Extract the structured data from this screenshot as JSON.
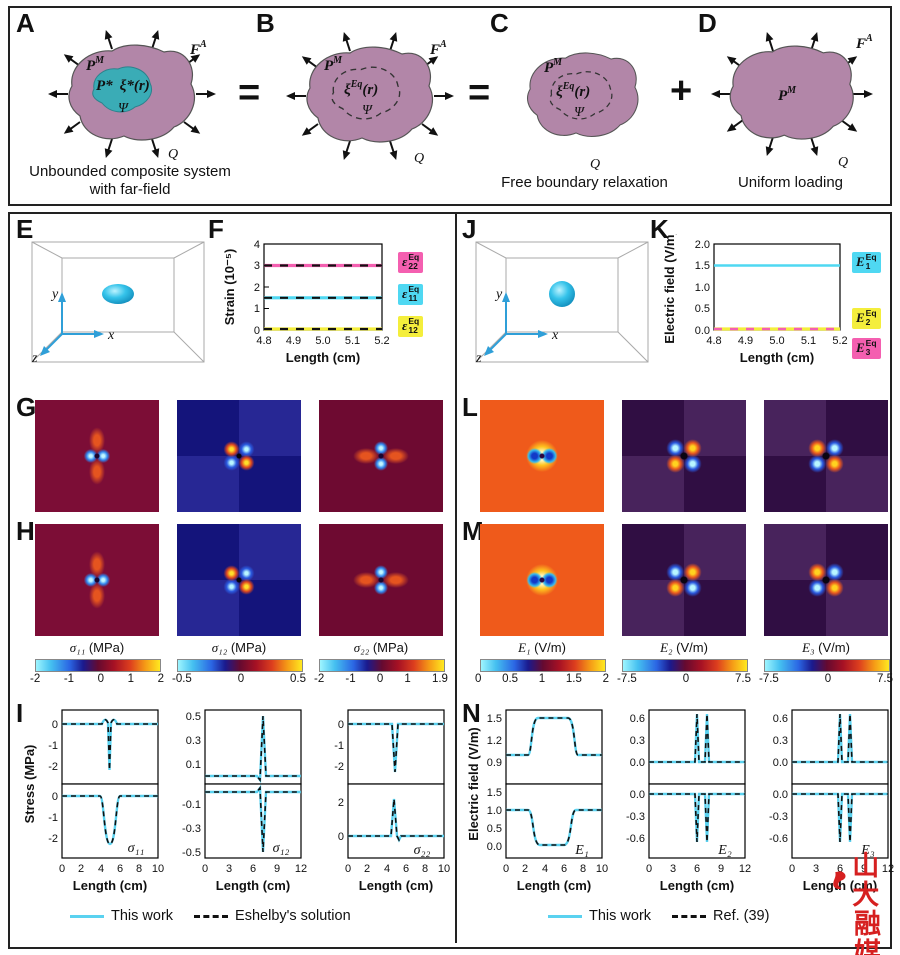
{
  "panel_letters": {
    "a": "A",
    "b": "B",
    "c": "C",
    "d": "D",
    "e": "E",
    "f": "F",
    "g": "G",
    "h": "H",
    "i": "I",
    "j": "J",
    "k": "K",
    "l": "L",
    "m": "M",
    "n": "N"
  },
  "top": {
    "equals1": "=",
    "equals2": "=",
    "plus": "+",
    "captions": {
      "a1": "Unbounded composite system",
      "a2": "with far-field",
      "c": "Free boundary relaxation",
      "d": "Uniform loading"
    },
    "labels": {
      "P": "P",
      "M": "M",
      "F": "F",
      "A": "A",
      "P_star": "P*",
      "xi_star": "ξ*(r)",
      "xi": "ξ",
      "Eq": "Eq",
      "r": "(r)",
      "psi": "Ψ",
      "Q": "Q"
    }
  },
  "axes3d": {
    "x": "x",
    "y": "y",
    "z": "z"
  },
  "strain_chart": {
    "ylabel": "Strain (10⁻⁵)",
    "xlabel": "Length (cm)",
    "yticks": [
      "0",
      "1",
      "2",
      "3",
      "4"
    ],
    "xticks": [
      "4.8",
      "4.9",
      "5.0",
      "5.1",
      "5.2"
    ],
    "tags": [
      {
        "base": "ε",
        "sup": "Eq",
        "sub": "22",
        "color": "#f45fb0"
      },
      {
        "base": "ε",
        "sup": "Eq",
        "sub": "11",
        "color": "#4fd8f2"
      },
      {
        "base": "ε",
        "sup": "Eq",
        "sub": "12",
        "color": "#f4ee3c"
      }
    ]
  },
  "efield_chart": {
    "ylabel": "Electric field (V/m)",
    "xlabel": "Length (cm)",
    "yticks": [
      "0.0",
      "0.5",
      "1.0",
      "1.5",
      "2.0"
    ],
    "xticks": [
      "4.8",
      "4.9",
      "5.0",
      "5.1",
      "5.2"
    ],
    "tags": [
      {
        "base": "E",
        "sup": "Eq",
        "sub": "1",
        "color": "#4fd8f2"
      },
      {
        "base": "E",
        "sup": "Eq",
        "sub": "2",
        "color": "#f4ee3c"
      },
      {
        "base": "E",
        "sup": "Eq",
        "sub": "3",
        "color": "#f45fb0"
      }
    ]
  },
  "colorbars_left": [
    {
      "sym": "σ₁₁",
      "unit": "(MPa)",
      "ticks": [
        "-2",
        "-1",
        "0",
        "1",
        "2"
      ]
    },
    {
      "sym": "σ₁₂",
      "unit": "(MPa)",
      "ticks": [
        "-0.5",
        "0",
        "0.5"
      ]
    },
    {
      "sym": "σ₂₂",
      "unit": "(MPa)",
      "ticks": [
        "-2",
        "-1",
        "0",
        "1",
        "1.9"
      ]
    }
  ],
  "colorbars_right": [
    {
      "sym": "E₁",
      "unit": "(V/m)",
      "ticks": [
        "0",
        "0.5",
        "1",
        "1.5",
        "2"
      ]
    },
    {
      "sym": "E₂",
      "unit": "(V/m)",
      "ticks": [
        "-7.5",
        "0",
        "7.5"
      ]
    },
    {
      "sym": "E₃",
      "unit": "(V/m)",
      "ticks": [
        "-7.5",
        "0",
        "7.5"
      ]
    }
  ],
  "stress_profiles": {
    "ylabel": "Stress (MPa)",
    "xlabel": "Length (cm)",
    "charts": [
      {
        "label": "σ₁₁",
        "top_yticks": [
          "0",
          "-1",
          "-2"
        ],
        "bot_yticks": [
          "0",
          "-1",
          "-2"
        ],
        "xticks": [
          "0",
          "2",
          "4",
          "6",
          "8",
          "10"
        ]
      },
      {
        "label": "σ₁₂",
        "top_yticks": [
          "0.5",
          "0.3",
          "0.1"
        ],
        "bot_yticks": [
          "-0.1",
          "-0.3",
          "-0.5"
        ],
        "xticks": [
          "0",
          "3",
          "6",
          "9",
          "12"
        ]
      },
      {
        "label": "σ₂₂",
        "top_yticks": [
          "0",
          "-1",
          "-2"
        ],
        "bot_yticks": [
          "2",
          "0"
        ],
        "xticks": [
          "0",
          "2",
          "4",
          "6",
          "8",
          "10"
        ]
      }
    ],
    "legend": {
      "solid": "This work",
      "dashed": "Eshelby's solution"
    }
  },
  "efield_profiles": {
    "ylabel": "Electric field (V/m)",
    "xlabel": "Length (cm)",
    "charts": [
      {
        "label": "E₁",
        "top_yticks": [
          "1.5",
          "1.2",
          "0.9"
        ],
        "bot_yticks": [
          "1.5",
          "1.0",
          "0.5",
          "0.0"
        ],
        "xticks": [
          "0",
          "2",
          "4",
          "6",
          "8",
          "10"
        ]
      },
      {
        "label": "E₂",
        "top_yticks": [
          "0.6",
          "0.3",
          "0.0"
        ],
        "bot_yticks": [
          "0.0",
          "-0.3",
          "-0.6"
        ],
        "xticks": [
          "0",
          "3",
          "6",
          "9",
          "12"
        ]
      },
      {
        "label": "E₃",
        "top_yticks": [
          "0.6",
          "0.3",
          "0.0"
        ],
        "bot_yticks": [
          "0.0",
          "-0.3",
          "-0.6"
        ],
        "xticks": [
          "0",
          "3",
          "6",
          "9",
          "12"
        ]
      }
    ],
    "legend": {
      "solid": "This work",
      "dashed": "Ref. (39)"
    }
  },
  "logo": {
    "line1": "山大",
    "line2": "融媒"
  },
  "chart_data": [
    {
      "id": "F",
      "type": "line",
      "ylabel": "Strain (10⁻⁵)",
      "xlabel": "Length (cm)",
      "xlim": [
        4.8,
        5.2
      ],
      "ylim": [
        0,
        4
      ],
      "series": [
        {
          "name": "ε22 Eq",
          "value": 3.0
        },
        {
          "name": "ε11 Eq",
          "value": 1.5
        },
        {
          "name": "ε12 Eq",
          "value": 0.0
        }
      ]
    },
    {
      "id": "K",
      "type": "line",
      "ylabel": "Electric field (V/m)",
      "xlabel": "Length (cm)",
      "xlim": [
        4.8,
        5.2
      ],
      "ylim": [
        0,
        2
      ],
      "series": [
        {
          "name": "E1 Eq",
          "value": 1.5
        },
        {
          "name": "E2 Eq",
          "value": 0.0
        },
        {
          "name": "E3 Eq",
          "value": 0.0
        }
      ]
    },
    {
      "id": "I-s11",
      "type": "line",
      "xlabel": "Length (cm)",
      "xlim": [
        0,
        10
      ],
      "series": [
        {
          "name": "top",
          "x": [
            0,
            4,
            4.6,
            5,
            5.4,
            6,
            10
          ],
          "y": [
            0,
            0,
            0.4,
            -2.3,
            0.4,
            0,
            0
          ]
        },
        {
          "name": "bottom",
          "x": [
            0,
            4,
            5,
            6,
            10
          ],
          "y": [
            0,
            0,
            -2.3,
            0,
            0
          ]
        }
      ]
    },
    {
      "id": "I-s12",
      "type": "line",
      "xlim": [
        0,
        12
      ],
      "series": [
        {
          "name": "top",
          "x": [
            0,
            6.5,
            7,
            7.5,
            12
          ],
          "y": [
            0,
            -0.05,
            0.55,
            0,
            0
          ]
        },
        {
          "name": "bottom",
          "x": [
            0,
            6.5,
            7,
            7.5,
            12
          ],
          "y": [
            0,
            0.05,
            -0.55,
            0,
            0
          ]
        }
      ]
    },
    {
      "id": "I-s22",
      "type": "line",
      "xlim": [
        0,
        10
      ],
      "series": [
        {
          "name": "top",
          "x": [
            0,
            4.8,
            5,
            5.2,
            10
          ],
          "y": [
            0,
            0,
            -2.4,
            0,
            0
          ]
        },
        {
          "name": "bottom",
          "x": [
            0,
            4.8,
            5,
            5.2,
            10
          ],
          "y": [
            0,
            0,
            2.1,
            0,
            0
          ]
        }
      ]
    },
    {
      "id": "N-E1",
      "type": "line",
      "xlim": [
        0,
        10
      ],
      "series": [
        {
          "name": "top",
          "x": [
            0,
            3.5,
            4,
            6,
            6.5,
            10
          ],
          "y": [
            1,
            1,
            1.5,
            1.5,
            1,
            1
          ]
        },
        {
          "name": "bottom",
          "x": [
            0,
            3.5,
            4,
            6,
            6.5,
            10
          ],
          "y": [
            1,
            1,
            0.05,
            0.05,
            1,
            1
          ]
        }
      ]
    },
    {
      "id": "N-E2",
      "type": "line",
      "xlim": [
        0,
        12
      ],
      "series": [
        {
          "name": "top",
          "x": [
            0,
            6,
            6.2,
            7,
            7.2,
            12
          ],
          "y": [
            0,
            0.7,
            0,
            0.7,
            0,
            0
          ]
        },
        {
          "name": "bottom",
          "x": [
            0,
            6,
            6.2,
            7,
            7.2,
            12
          ],
          "y": [
            0,
            -0.7,
            0,
            -0.7,
            0,
            0
          ]
        }
      ]
    },
    {
      "id": "N-E3",
      "type": "line",
      "xlim": [
        0,
        12
      ],
      "series": [
        {
          "name": "top",
          "x": [
            0,
            6,
            6.2,
            7,
            7.2,
            12
          ],
          "y": [
            0,
            0.7,
            0,
            0.7,
            0,
            0
          ]
        },
        {
          "name": "bottom",
          "x": [
            0,
            6,
            6.2,
            7,
            7.2,
            12
          ],
          "y": [
            0,
            -0.7,
            0,
            -0.7,
            0,
            0
          ]
        }
      ]
    }
  ]
}
